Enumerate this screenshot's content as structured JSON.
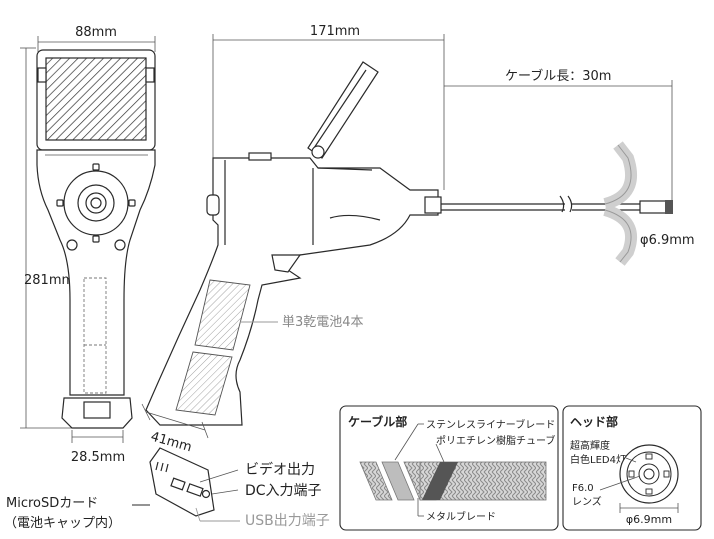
{
  "dimensions": {
    "width_top": "88mm",
    "length_top": "171mm",
    "cable_length": "ケーブル長：30m",
    "height_left": "281mm",
    "width_bottom": "28.5mm",
    "grip_width": "41mm",
    "probe_diameter": "φ6.9mm"
  },
  "callouts": {
    "battery": "単3乾電池4本",
    "video_out": "ビデオ出力",
    "dc_in": "DC入力端子",
    "microsd_line1": "MicroSDカード",
    "microsd_line2": "（電池キャップ内）",
    "usb": "USB出力端子"
  },
  "cable_section": {
    "title": "ケーブル部",
    "layer1": "ステンレスライナーブレード",
    "layer2": "ポリエチレン樹脂チューブ",
    "layer3": "メタルブレード"
  },
  "head_section": {
    "title": "ヘッド部",
    "led_line1": "超高輝度",
    "led_line2": "白色LED4灯",
    "lens_line1": "F6.0",
    "lens_line2": "レンズ",
    "diameter": "φ6.9mm"
  },
  "colors": {
    "line": "#2a2a2a",
    "callout_gray": "#9a9a9a",
    "highlight_band": "#d9d9d9"
  }
}
